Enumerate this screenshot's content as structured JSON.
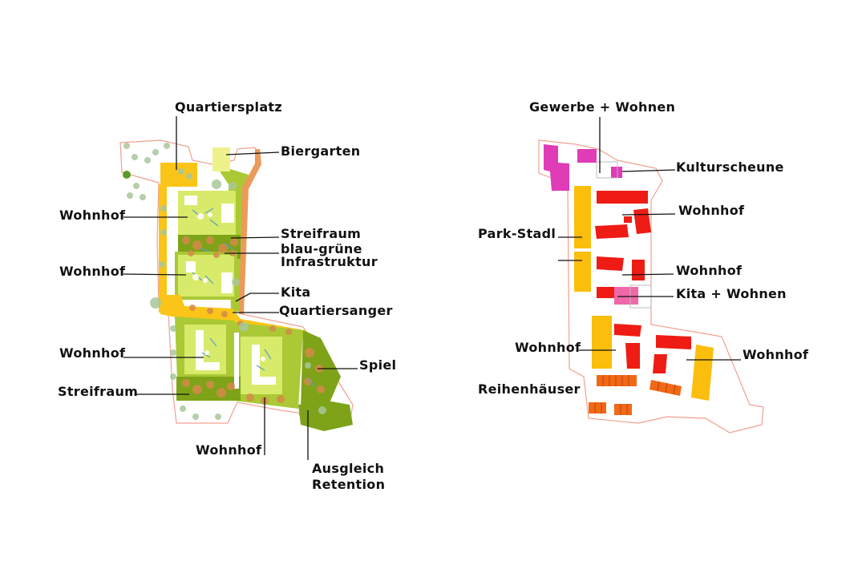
{
  "colors": {
    "green_light": "#d8ea6a",
    "green_mid": "#aac935",
    "green_dark": "#7ea318",
    "yellow": "#fbc418",
    "orange_path": "#ec9a5a",
    "tree_round": "#d58a4a",
    "tree_grey": "#a9c79a",
    "gewerbe": "#e03cb8",
    "wohnen": "#ee1c14",
    "park": "#fbbe0c",
    "reihen": "#f16817",
    "kita": "#f068a8",
    "outline": "#f0a090"
  },
  "left_plan": {
    "labels": {
      "quartiersplatz": "Quartiersplatz",
      "biergarten": "Biergarten",
      "wohnhof_1": "Wohnhof",
      "streifraum_1": "Streifraum",
      "blaugruen_1": "blau-grüne",
      "blaugruen_2": "Infrastruktur",
      "wohnhof_2": "Wohnhof",
      "kita": "Kita",
      "quartiersanger": "Quartiersanger",
      "wohnhof_3": "Wohnhof",
      "spiel": "Spiel",
      "streifraum_2": "Streifraum",
      "wohnhof_4": "Wohnhof",
      "ausgleich_1": "Ausgleich",
      "ausgleich_2": "Retention"
    }
  },
  "right_plan": {
    "labels": {
      "gewerbe": "Gewerbe + Wohnen",
      "kulturscheune": "Kulturscheune",
      "wohnhof_1": "Wohnhof",
      "park_stadl": "Park-Stadl",
      "wohnhof_2": "Wohnhof",
      "kita": "Kita + Wohnen",
      "wohnhof_3": "Wohnhof",
      "wohnhof_4": "Wohnhof",
      "reihenhaeuser": "Reihenhäuser"
    }
  }
}
